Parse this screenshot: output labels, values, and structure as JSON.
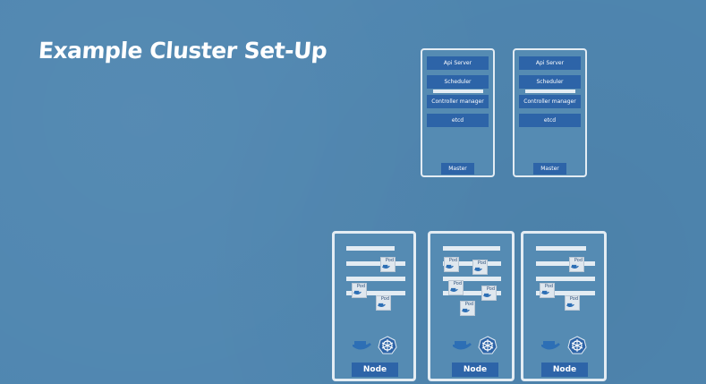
{
  "title": "Example Cluster Set-Up",
  "master": {
    "components": [
      "Api Server",
      "Scheduler",
      "Controller manager",
      "etcd"
    ],
    "label": "Master"
  },
  "node": {
    "label": "Node",
    "pod_label": "Pod"
  },
  "icons": {
    "docker": "docker-whale-icon",
    "kubelet": "kubelet-wheel-icon"
  },
  "colors": {
    "background": "#4f86b0",
    "panel_border": "#e3ecf3",
    "label_fill": "#2d64a8",
    "text": "#ffffff"
  }
}
